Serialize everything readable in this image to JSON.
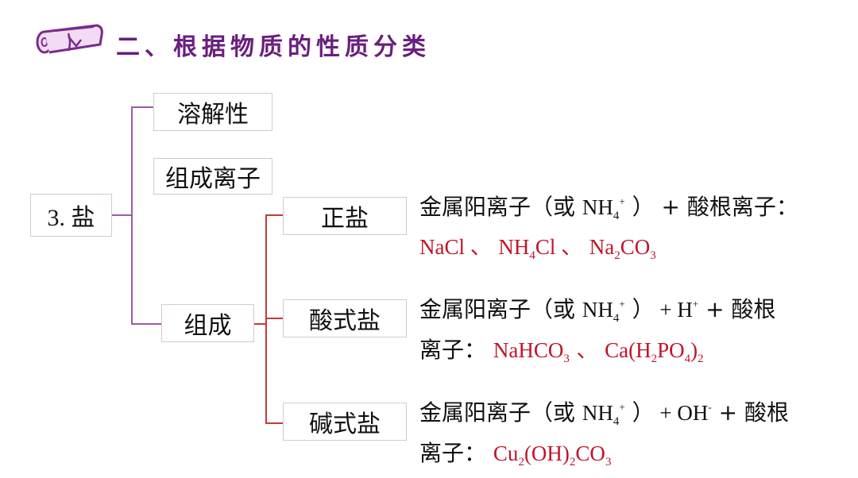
{
  "header": {
    "title": "二、根据物质的性质分类",
    "icon": "scroll-icon",
    "title_color": "#6a1f7e"
  },
  "tree": {
    "root_label": "3. 盐",
    "level1": [
      "溶解性",
      "组成离子",
      "组成"
    ],
    "level2": [
      "正盐",
      "酸式盐",
      "碱式盐"
    ]
  },
  "descriptions": {
    "normal_salt": {
      "line1": {
        "part1": "金属阳离子（或 ",
        "nh": "NH",
        "nh_sub": "4",
        "nh_sup": "+",
        "part2": " ）  +  酸根离子："
      },
      "examples": {
        "ex1": "NaCl",
        "sep1": "、 ",
        "ex2_a": "NH",
        "ex2_sub": "4",
        "ex2_b": "Cl",
        "sep2": "、 ",
        "ex3_a": "Na",
        "ex3_sub1": "2",
        "ex3_b": "CO",
        "ex3_sub2": "3"
      }
    },
    "acid_salt": {
      "line1": {
        "part1": "金属阳离子（或 ",
        "nh": "NH",
        "nh_sub": "4",
        "nh_sup": "+",
        "part2": " ）",
        "ion": " + H",
        "ion_sup": "+",
        "part3": " +   酸根"
      },
      "line2": {
        "label": "离子：",
        "ex1_a": "NaHCO",
        "ex1_sub": "3",
        "sep": " 、 ",
        "ex2_a": "Ca(H",
        "ex2_sub1": "2",
        "ex2_b": "PO",
        "ex2_sub2": "4",
        "ex2_c": ")",
        "ex2_sub3": "2"
      }
    },
    "basic_salt": {
      "line1": {
        "part1": "金属阳离子（或 ",
        "nh": "NH",
        "nh_sub": "4",
        "nh_sup": "+",
        "part2": " ）",
        "ion": " + OH",
        "ion_sup": "-",
        "part3": " +   酸根"
      },
      "line2": {
        "label": "离子：",
        "ex_a": "Cu",
        "ex_sub1": "2",
        "ex_b": "(OH)",
        "ex_sub2": "2",
        "ex_c": "CO",
        "ex_sub3": "3"
      }
    }
  },
  "colors": {
    "tree_line": "#9a5ba8",
    "branch_line": "#c23a3a",
    "example_text": "#c0152a"
  }
}
